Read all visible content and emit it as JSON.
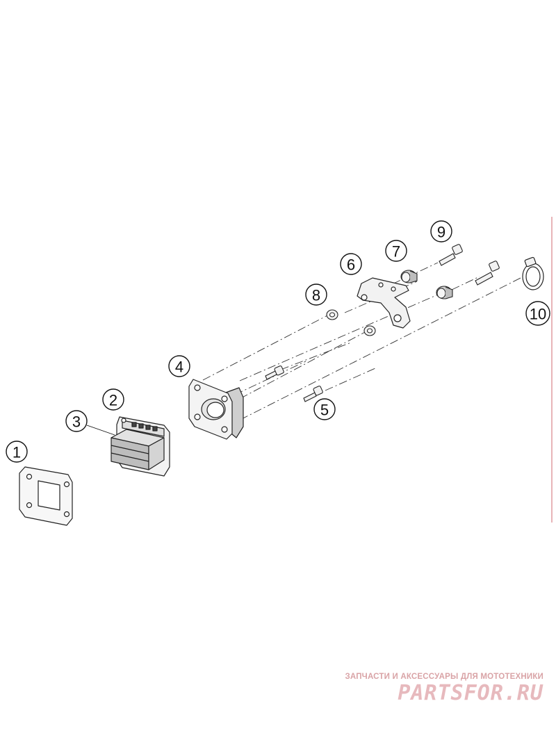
{
  "callouts": [
    {
      "id": "1",
      "label": "1"
    },
    {
      "id": "2",
      "label": "2"
    },
    {
      "id": "3",
      "label": "3"
    },
    {
      "id": "4",
      "label": "4"
    },
    {
      "id": "5",
      "label": "5"
    },
    {
      "id": "6",
      "label": "6"
    },
    {
      "id": "7",
      "label": "7"
    },
    {
      "id": "8",
      "label": "8"
    },
    {
      "id": "9",
      "label": "9"
    },
    {
      "id": "10",
      "label": "10"
    }
  ],
  "watermark": {
    "tagline": "ЗАПЧАСТИ И АКСЕССУАРЫ ДЛЯ МОТОТЕХНИКИ",
    "logo": "PARTSFOR.RU"
  },
  "colors": {
    "line": "#222222",
    "fill": "#f2f2f2",
    "shade": "#cfcfcf",
    "edge_bar": "#e8b4b8"
  }
}
